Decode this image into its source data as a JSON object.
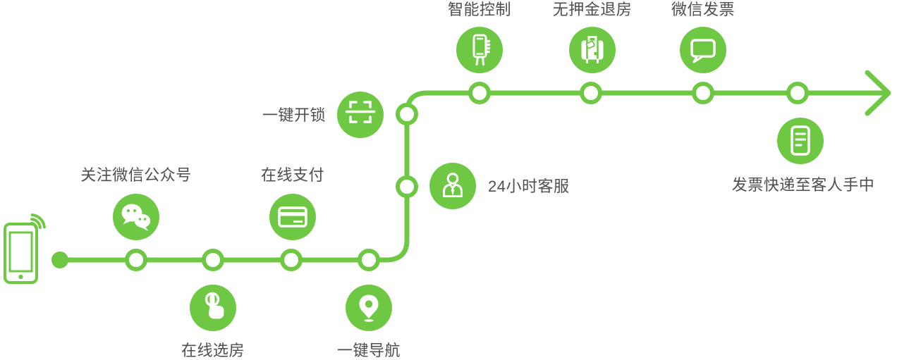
{
  "theme": {
    "accent_color": "#6FC843",
    "text_color": "#4E4E4E",
    "background_color": "#FFFFFF"
  },
  "diagram": {
    "description": "hotel-wechat-service-journey-flow",
    "start_marker": "smartphone-with-signal",
    "end_marker": "arrow-right",
    "steps": [
      {
        "label": "关注微信公众号",
        "icon": "wechat-icon"
      },
      {
        "label": "在线选房",
        "icon": "tap-finger-icon"
      },
      {
        "label": "在线支付",
        "icon": "bank-card-icon"
      },
      {
        "label": "一键导航",
        "icon": "location-pin-icon"
      },
      {
        "label": "一键开锁",
        "icon": "scan-unlock-icon"
      },
      {
        "label": "24小时客服",
        "icon": "customer-service-person-icon"
      },
      {
        "label": "智能控制",
        "icon": "phone-in-hand-icon"
      },
      {
        "label": "无押金退房",
        "icon": "luggage-icon"
      },
      {
        "label": "微信发票",
        "icon": "chat-bubble-icon"
      },
      {
        "label": "发票快递至客人手中",
        "icon": "invoice-document-icon"
      }
    ]
  }
}
